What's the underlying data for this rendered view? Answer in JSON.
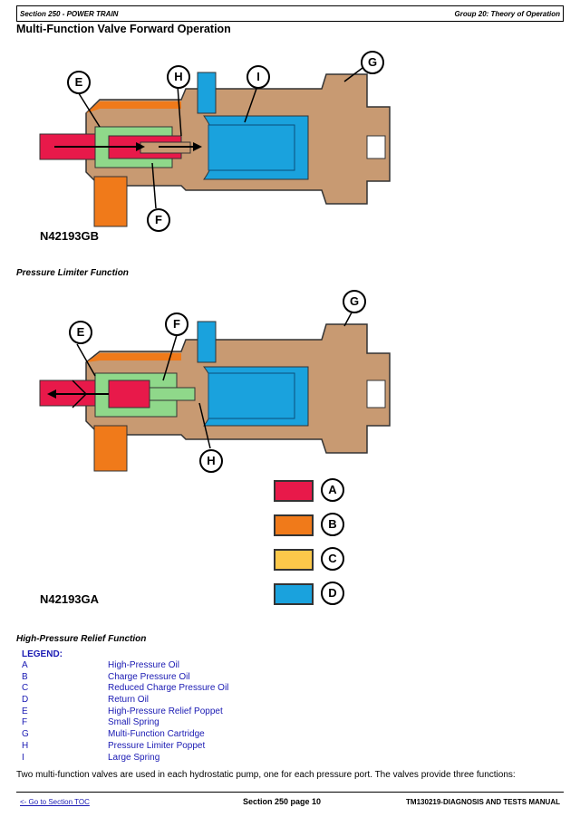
{
  "header": {
    "left": "Section 250 - POWER TRAIN",
    "right": "Group 20: Theory of Operation"
  },
  "title": "Multi-Function Valve Forward Operation",
  "figure1": {
    "id": "N42193GB",
    "callouts": [
      "E",
      "H",
      "I",
      "G",
      "F"
    ]
  },
  "figure2": {
    "caption": "Pressure Limiter Function",
    "id": "N42193GA",
    "callouts": [
      "G",
      "E",
      "F",
      "H"
    ]
  },
  "swatches": [
    {
      "key": "A",
      "color": "#e8194a"
    },
    {
      "key": "B",
      "color": "#f07a1a"
    },
    {
      "key": "C",
      "color": "#fcc84a"
    },
    {
      "key": "D",
      "color": "#1aa2dd"
    }
  ],
  "section3": {
    "caption": "High-Pressure Relief Function"
  },
  "legend": {
    "heading": "LEGEND:",
    "items": [
      {
        "key": "A",
        "label": "High-Pressure Oil"
      },
      {
        "key": "B",
        "label": "Charge Pressure Oil"
      },
      {
        "key": "C",
        "label": "Reduced Charge Pressure Oil"
      },
      {
        "key": "D",
        "label": "Return Oil"
      },
      {
        "key": "E",
        "label": "High-Pressure Relief Poppet"
      },
      {
        "key": "F",
        "label": "Small Spring"
      },
      {
        "key": "G",
        "label": "Multi-Function Cartridge"
      },
      {
        "key": "H",
        "label": "Pressure Limiter Poppet"
      },
      {
        "key": "I",
        "label": "Large Spring"
      }
    ]
  },
  "paragraph": "Two multi-function valves are used in each hydrostatic pump, one for each pressure port. The valves provide three functions:",
  "footer": {
    "left": "<- Go to Section TOC",
    "center": "Section 250 page 10",
    "right": "TM130219-DIAGNOSIS AND TESTS MANUAL"
  }
}
